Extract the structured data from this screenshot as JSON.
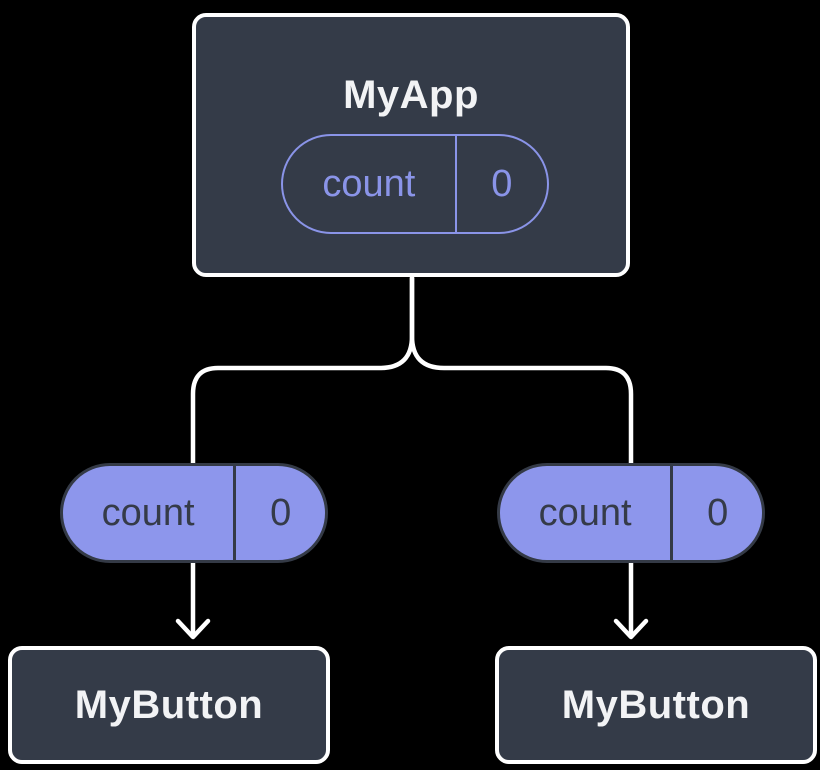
{
  "diagram": {
    "title": "state-lifting-component-tree",
    "root": {
      "title": "MyApp",
      "state": {
        "name": "count",
        "value": "0"
      }
    },
    "props": [
      {
        "name": "count",
        "value": "0"
      },
      {
        "name": "count",
        "value": "0"
      }
    ],
    "children": [
      {
        "title": "MyButton"
      },
      {
        "title": "MyButton"
      }
    ]
  },
  "colors": {
    "background": "#000000",
    "surface": "#343b48",
    "line": "#ffffff",
    "text-light": "#f2f3f5",
    "text-dark": "#353b48",
    "purple-fill": "#8d96ec",
    "purple-line": "#8a94e8",
    "pill-border": "#343a46"
  }
}
